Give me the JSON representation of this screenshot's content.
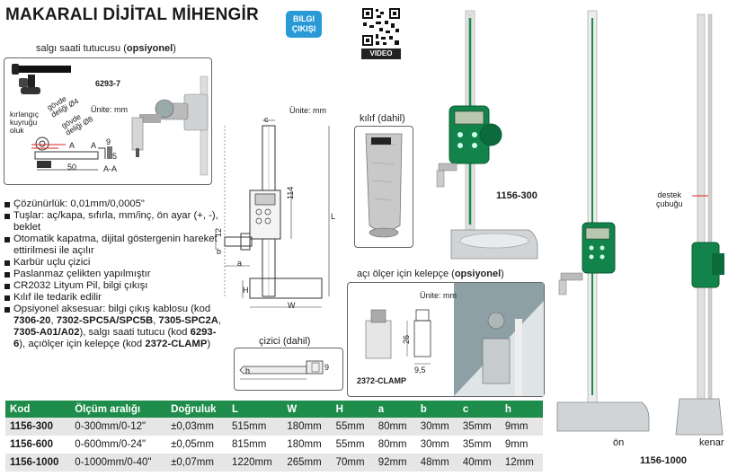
{
  "title": "MAKARALI DİJİTAL MİHENGİR",
  "badge": {
    "line1": "BILGI",
    "line2": "ÇIKIŞI"
  },
  "qr_label": "VIDEO",
  "holder": {
    "caption_prefix": "salgı saati tutucusu (",
    "caption_bold": "opsiyonel",
    "caption_suffix": ")",
    "code": "6293-7",
    "unit": "Ünite: mm",
    "label_kirlangic": "kırlangıç",
    "label_kuyrugu": "kuyruğu",
    "label_oluk": "oluk",
    "label_govde1": "gövde",
    "label_delik1": "deliği Ø4",
    "label_govde2": "gövde",
    "label_delik2": "deliği Ø8",
    "dim_9": "9",
    "dim_50": "50",
    "dim_5": "5",
    "dim_A1": "A",
    "dim_A2": "A",
    "dim_AA": "A-A"
  },
  "drawing": {
    "unit": "Ünite: mm",
    "c": "c",
    "L": "L",
    "d114": "114",
    "d12": "12",
    "b": "b",
    "a": "a",
    "H": "H",
    "W": "W"
  },
  "case": {
    "caption": "kılıf (dahil)"
  },
  "scriber": {
    "caption": "çizici (dahil)",
    "h": "h",
    "d9": "9"
  },
  "clamp": {
    "caption_prefix": "açı ölçer için kelepçe (",
    "caption_bold": "opsiyonel",
    "caption_suffix": ")",
    "unit": "Ünite: mm",
    "d26": "26",
    "d95": "9,5",
    "code": "2372-CLAMP"
  },
  "products": {
    "p1": "1156-300",
    "p2": "1156-1000",
    "support_line1": "destek",
    "support_line2": "çubuğu",
    "view_front": "ön",
    "view_side": "kenar"
  },
  "specs": [
    "Çözünürlük: 0,01mm/0,0005\"",
    "Tuşlar: aç/kapa, sıfırla, mm/inç, ön ayar (+, -), beklet",
    "Otomatik kapatma, dijital göstergenin hareket ettirilmesi ile açılır",
    "Karbür uçlu çizici",
    "Paslanmaz çelikten yapılmıştır",
    "CR2032 Lityum Pil, bilgi çıkışı",
    "Kılıf ile tedarik edilir"
  ],
  "spec_last": {
    "t1": "Opsiyonel aksesuar: bilgi çıkış kablosu (kod ",
    "b1": "7306-20",
    "t2": ", ",
    "b2": "7302-SPC5A/SPC5B",
    "t3": ", ",
    "b3": "7305-SPC2A",
    "t4": ", ",
    "b4": "7305-A01/A02",
    "t5": "), salgı saati tutucu  (kod ",
    "b5": "6293-6",
    "t6": "), açıölçer için kelepçe (kod ",
    "b6": "2372-CLAMP",
    "t7": ")"
  },
  "table": {
    "headers": [
      "Kod",
      "Ölçüm aralığı",
      "Doğruluk",
      "L",
      "W",
      "H",
      "a",
      "b",
      "c",
      "h"
    ],
    "rows": [
      [
        "1156-300",
        "0-300mm/0-12\"",
        "±0,03mm",
        "515mm",
        "180mm",
        "55mm",
        "80mm",
        "30mm",
        "35mm",
        "9mm"
      ],
      [
        "1156-600",
        "0-600mm/0-24\"",
        "±0,05mm",
        "815mm",
        "180mm",
        "55mm",
        "80mm",
        "30mm",
        "35mm",
        "9mm"
      ],
      [
        "1156-1000",
        "0-1000mm/0-40\"",
        "±0,07mm",
        "1220mm",
        "265mm",
        "70mm",
        "92mm",
        "48mm",
        "40mm",
        "12mm"
      ]
    ]
  },
  "colors": {
    "accent_green": "#1e8d4b",
    "badge_blue": "#2a9ad6",
    "device_green": "#12834a"
  }
}
